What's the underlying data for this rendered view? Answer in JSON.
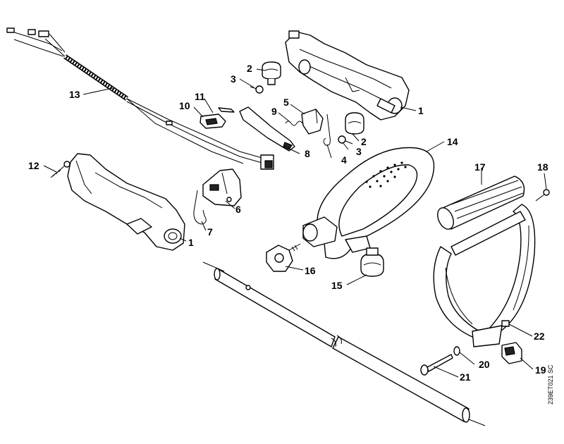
{
  "diagram": {
    "reference_code": "239ET021 SC",
    "callouts": [
      "1",
      "2",
      "3",
      "4",
      "5",
      "6",
      "7",
      "8",
      "9",
      "10",
      "11",
      "12",
      "13",
      "14",
      "15",
      "16",
      "17",
      "18",
      "19",
      "20",
      "21",
      "22"
    ],
    "callout_1a": "1",
    "callout_1b": "1",
    "callout_2a": "2",
    "callout_2b": "2",
    "callout_3a": "3",
    "callout_3b": "3",
    "callout_4": "4",
    "callout_5": "5",
    "callout_6": "6",
    "callout_7": "7",
    "callout_8": "8",
    "callout_9": "9",
    "callout_10": "10",
    "callout_11": "11",
    "callout_12": "12",
    "callout_13": "13",
    "callout_14": "14",
    "callout_15": "15",
    "callout_16": "16",
    "callout_17": "17",
    "callout_18": "18",
    "callout_19": "19",
    "callout_20": "20",
    "callout_21": "21",
    "callout_22": "22"
  }
}
